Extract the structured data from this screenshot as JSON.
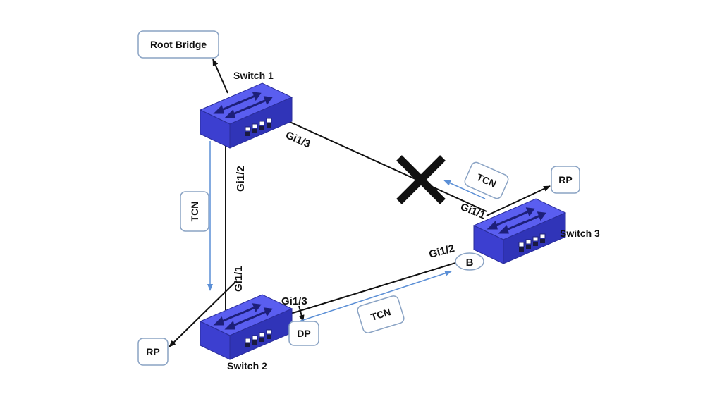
{
  "diagram": {
    "root_bridge_label": "Root Bridge",
    "switches": {
      "s1": "Switch 1",
      "s2": "Switch 2",
      "s3": "Switch 3"
    },
    "ports": {
      "s1_gi13": "Gi1/3",
      "s1_gi12": "Gi1/2",
      "s2_gi11": "Gi1/1",
      "s2_gi13": "Gi1/3",
      "s3_gi11": "Gi1/1",
      "s3_gi12": "Gi1/2"
    },
    "roles": {
      "rp_s3": "RP",
      "rp_s2": "RP",
      "dp_s2": "DP",
      "blocked_s3": "B"
    },
    "tcn": {
      "left": "TCN",
      "top_right": "TCN",
      "bottom": "TCN"
    },
    "colors": {
      "switch_top": "#5a5ef0",
      "switch_front": "#3c3fd0",
      "switch_side": "#2b2ea6",
      "tcn_arrow": "#5b8fd6",
      "link": "#111111",
      "box_border": "#8aa3c4"
    },
    "failed_link_marker": "x-mark"
  }
}
